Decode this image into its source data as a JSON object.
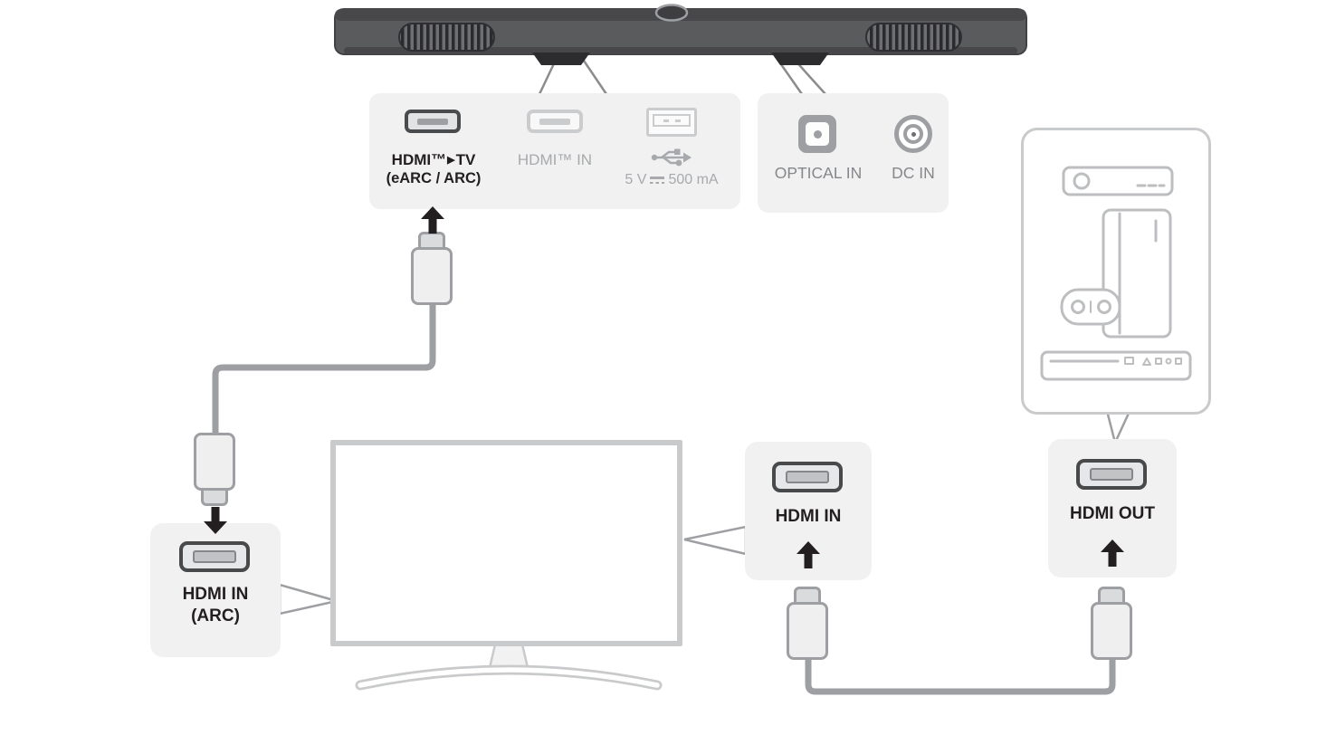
{
  "colors": {
    "panel_bg": "#f1f1f2",
    "label_dark": "#231f20",
    "label_gray": "#a7a9ac",
    "label_midgray": "#85878a",
    "cable_gray": "#9d9fa2",
    "outline_gray": "#c9cacc",
    "soundbar_body": "#58595b",
    "arrow": "#231f20"
  },
  "soundbar_ports_panel": {
    "hdmi_tv_label_prefix": "HDMI™",
    "hdmi_tv_label_glyph": "▶",
    "hdmi_tv_label_suffix": "TV",
    "hdmi_tv_sublabel": "(eARC / ARC)",
    "hdmi_in_label": "HDMI™ IN",
    "usb_power_prefix": "5 V",
    "usb_power_suffix": "500 mA"
  },
  "power_panel": {
    "optical_label": "OPTICAL IN",
    "dc_label": "DC IN"
  },
  "tv_arc_panel": {
    "label": "HDMI IN",
    "sublabel": "(ARC)"
  },
  "tv_side_panel": {
    "label": "HDMI IN"
  },
  "device_panel": {
    "label": "HDMI OUT"
  }
}
